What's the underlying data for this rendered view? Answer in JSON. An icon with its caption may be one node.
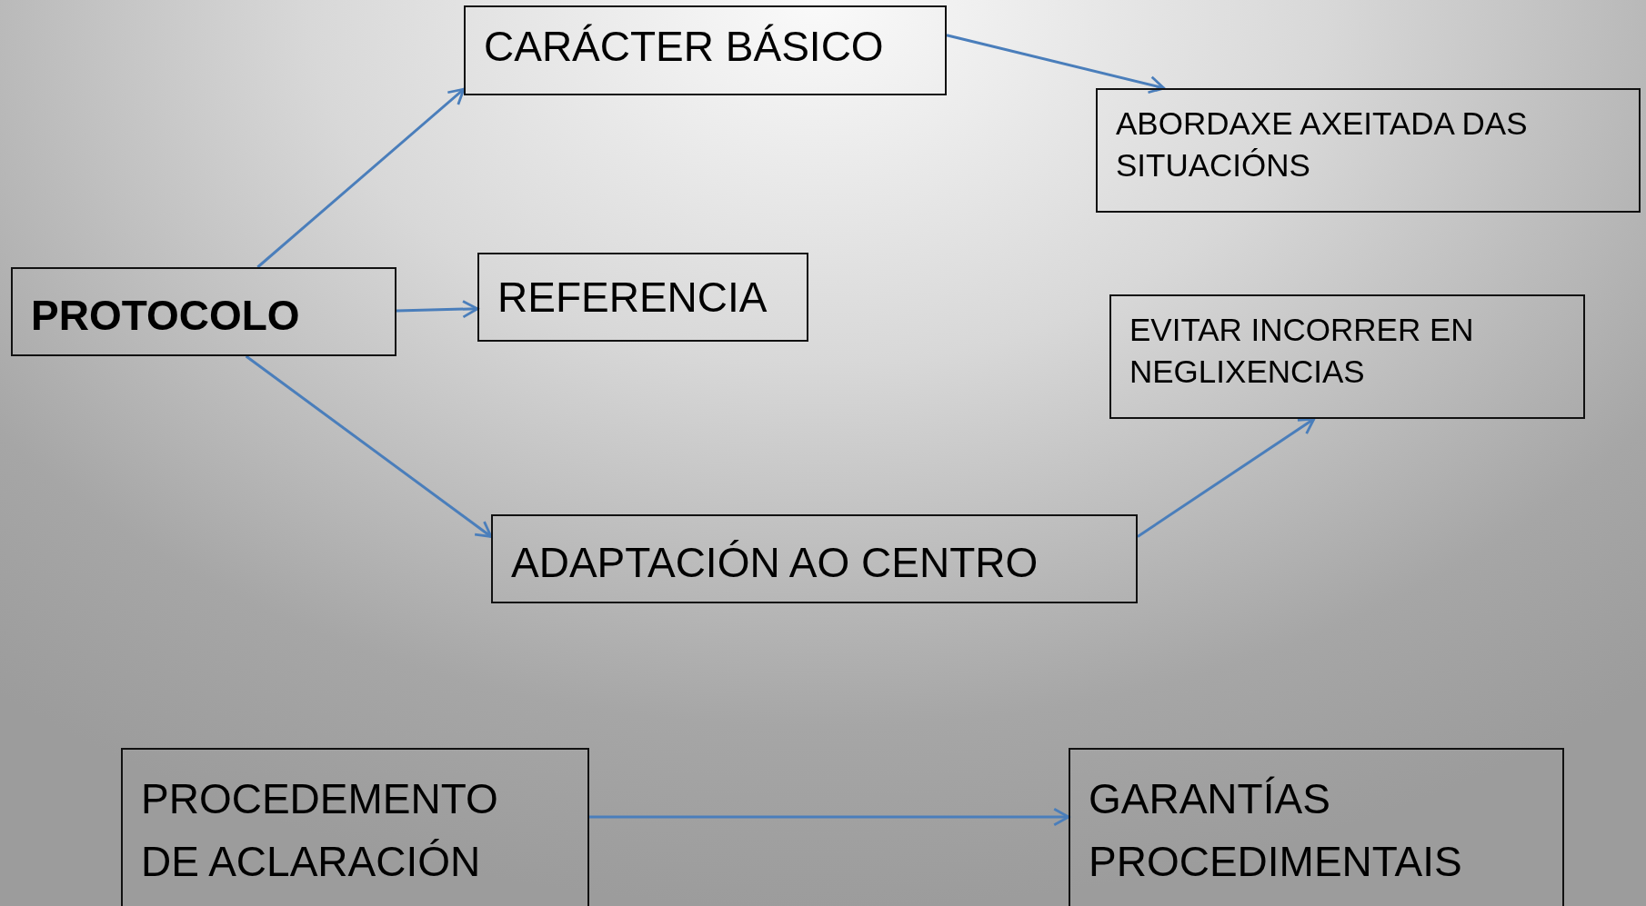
{
  "diagram": {
    "nodes": [
      {
        "text": [
          "PROTOCOLO"
        ]
      },
      {
        "text": [
          "CARÁCTER BÁSICO"
        ]
      },
      {
        "text": [
          "ABORDAXE AXEITADA DAS SITUACIÓNS"
        ]
      },
      {
        "text": [
          "REFERENCIA"
        ]
      },
      {
        "text": [
          "EVITAR INCORRER EN NEGLIXENCIAS"
        ]
      },
      {
        "text": [
          "ADAPTACIÓN AO CENTRO"
        ]
      },
      {
        "text": [
          "PROCEDEMENTO DE ACLARACIÓN"
        ]
      },
      {
        "text": [
          "GARANTÍAS PROCEDIMENTAIS"
        ]
      }
    ],
    "edges": [
      {
        "from": 0,
        "to": 1,
        "arrow": "to"
      },
      {
        "from": 0,
        "to": 3,
        "arrow": "to"
      },
      {
        "from": 0,
        "to": 5,
        "arrow": "to"
      },
      {
        "from": 1,
        "to": 2,
        "arrow": "to"
      },
      {
        "from": 5,
        "to": 4,
        "arrow": "to"
      },
      {
        "from": 6,
        "to": 7,
        "arrow": "to"
      }
    ]
  }
}
